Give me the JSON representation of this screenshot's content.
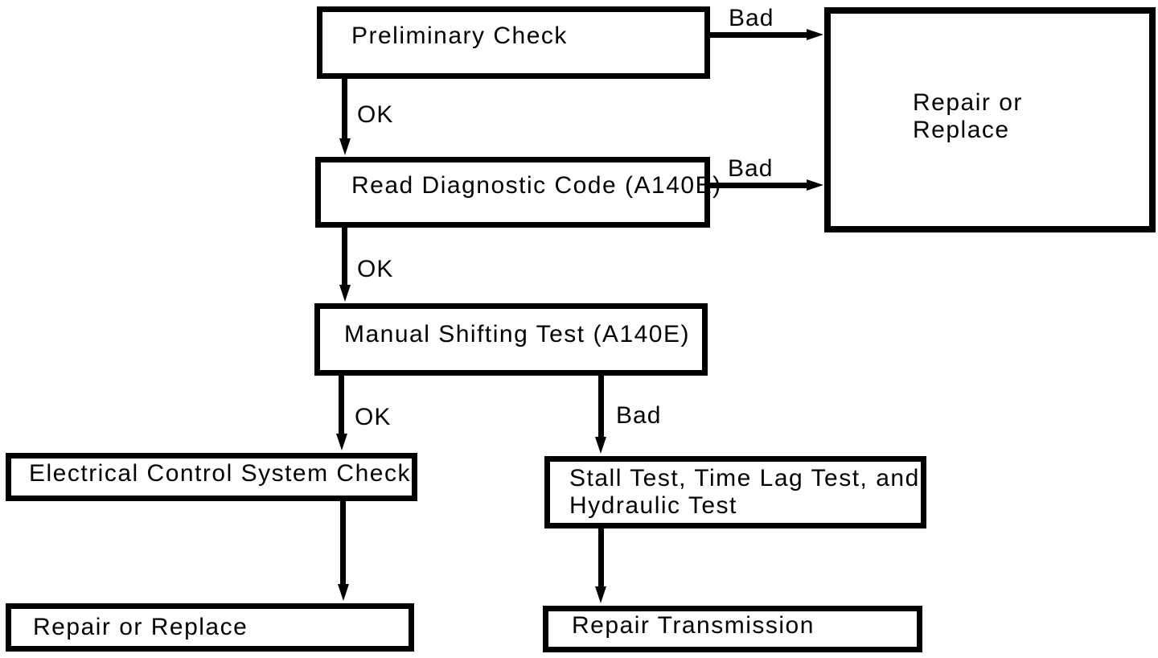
{
  "colors": {
    "ink": "#000000",
    "paper": "#ffffff"
  },
  "flowchart": {
    "nodes": {
      "preliminary_check": {
        "label": "Preliminary Check"
      },
      "read_diagnostic_code": {
        "label": "Read Diagnostic Code (A140E)"
      },
      "manual_shifting_test": {
        "label": "Manual Shifting Test (A140E)"
      },
      "repair_or_replace_right": {
        "line1": "Repair or",
        "line2": "Replace"
      },
      "electrical_control_system_check": {
        "label": "Electrical Control System Check"
      },
      "stall_time_lag_hydraulic_test": {
        "line1": "Stall Test, Time Lag Test, and",
        "line2": "Hydraulic Test"
      },
      "repair_or_replace_bottom": {
        "label": "Repair or Replace"
      },
      "repair_transmission": {
        "label": "Repair Transmission"
      }
    },
    "edges": {
      "preliminary_ok": {
        "label": "OK"
      },
      "preliminary_bad": {
        "label": "Bad"
      },
      "diagnostic_ok": {
        "label": "OK"
      },
      "diagnostic_bad": {
        "label": "Bad"
      },
      "manual_ok": {
        "label": "OK"
      },
      "manual_bad": {
        "label": "Bad"
      }
    }
  }
}
